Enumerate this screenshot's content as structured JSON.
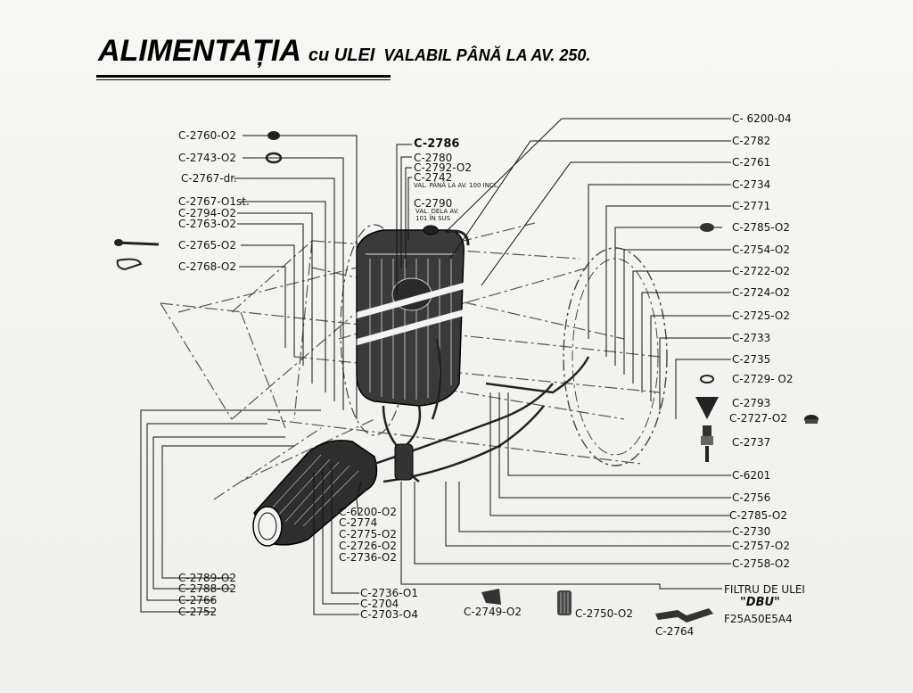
{
  "title": {
    "part1": "ALIMENTAȚIA",
    "part2": "cu ULEI",
    "part3": "VALABIL PÂNĂ LA AV. 250."
  },
  "left_labels": {
    "c2760": "C-2760-O2",
    "c2743": "C-2743-O2",
    "c2767dr": "C-2767-dr.",
    "c2767st": "C-2767-O1st.",
    "c2794": "C-2794-O2",
    "c2763": "C-2763-O2",
    "c2765": "C-2765-O2",
    "c2768": "C-2768-O2"
  },
  "center_top_labels": {
    "c2786": "C-2786",
    "c2780": "C-2780",
    "c2792": "C-2792-O2",
    "c2742": "C-2742",
    "c2742_note": "VAL. PÂNĂ LA AV. 100 INCL.",
    "c2790": "C-2790",
    "c2790_note1": "VAL. DELA AV.",
    "c2790_note2": "101 ÎN SUS"
  },
  "right_labels": {
    "c6200": "C- 6200-04",
    "c2782": "C-2782",
    "c2761": "C-2761",
    "c2734": "C-2734",
    "c2771": "C-2771",
    "c2785a": "C-2785-O2",
    "c2754": "C-2754-O2",
    "c2722": "C-2722-O2",
    "c2724": "C-2724-O2",
    "c2725": "C-2725-O2",
    "c2733": "C-2733",
    "c2735": "C-2735",
    "c2729": "C-2729- O2",
    "c2793": "C-2793",
    "c2727": "C-2727-O2",
    "c2737": "C-2737",
    "c6201": "C-6201",
    "c2756": "C-2756",
    "c2785b": "C-2785-O2",
    "c2730": "C-2730",
    "c2757": "C-2757-O2",
    "c2758": "C-2758-O2"
  },
  "bottom_center_labels": {
    "c6200_02": "C-6200-O2",
    "c2774": "C-2774",
    "c2775": "C-2775-O2",
    "c2726": "C-2726-O2",
    "c2736_02": "C-2736-O2",
    "c2736_01": "C-2736-O1",
    "c2704": "C-2704",
    "c2703": "C-2703-O4"
  },
  "bottom_left_labels": {
    "c2789": "C-2789-O2",
    "c2788": "C-2788-O2",
    "c2766": "C-2766",
    "c2752": "C-2752"
  },
  "bottom_parts": {
    "c2749": "C-2749-O2",
    "c2750": "C-2750-O2",
    "c2764": "C-2764"
  },
  "filter": {
    "line1": "FILTRU DE ULEI",
    "line2": "\"DBU\"",
    "line3": "F25A50E5A4"
  },
  "colors": {
    "ink": "#111111",
    "paper": "#f3f3f1"
  }
}
